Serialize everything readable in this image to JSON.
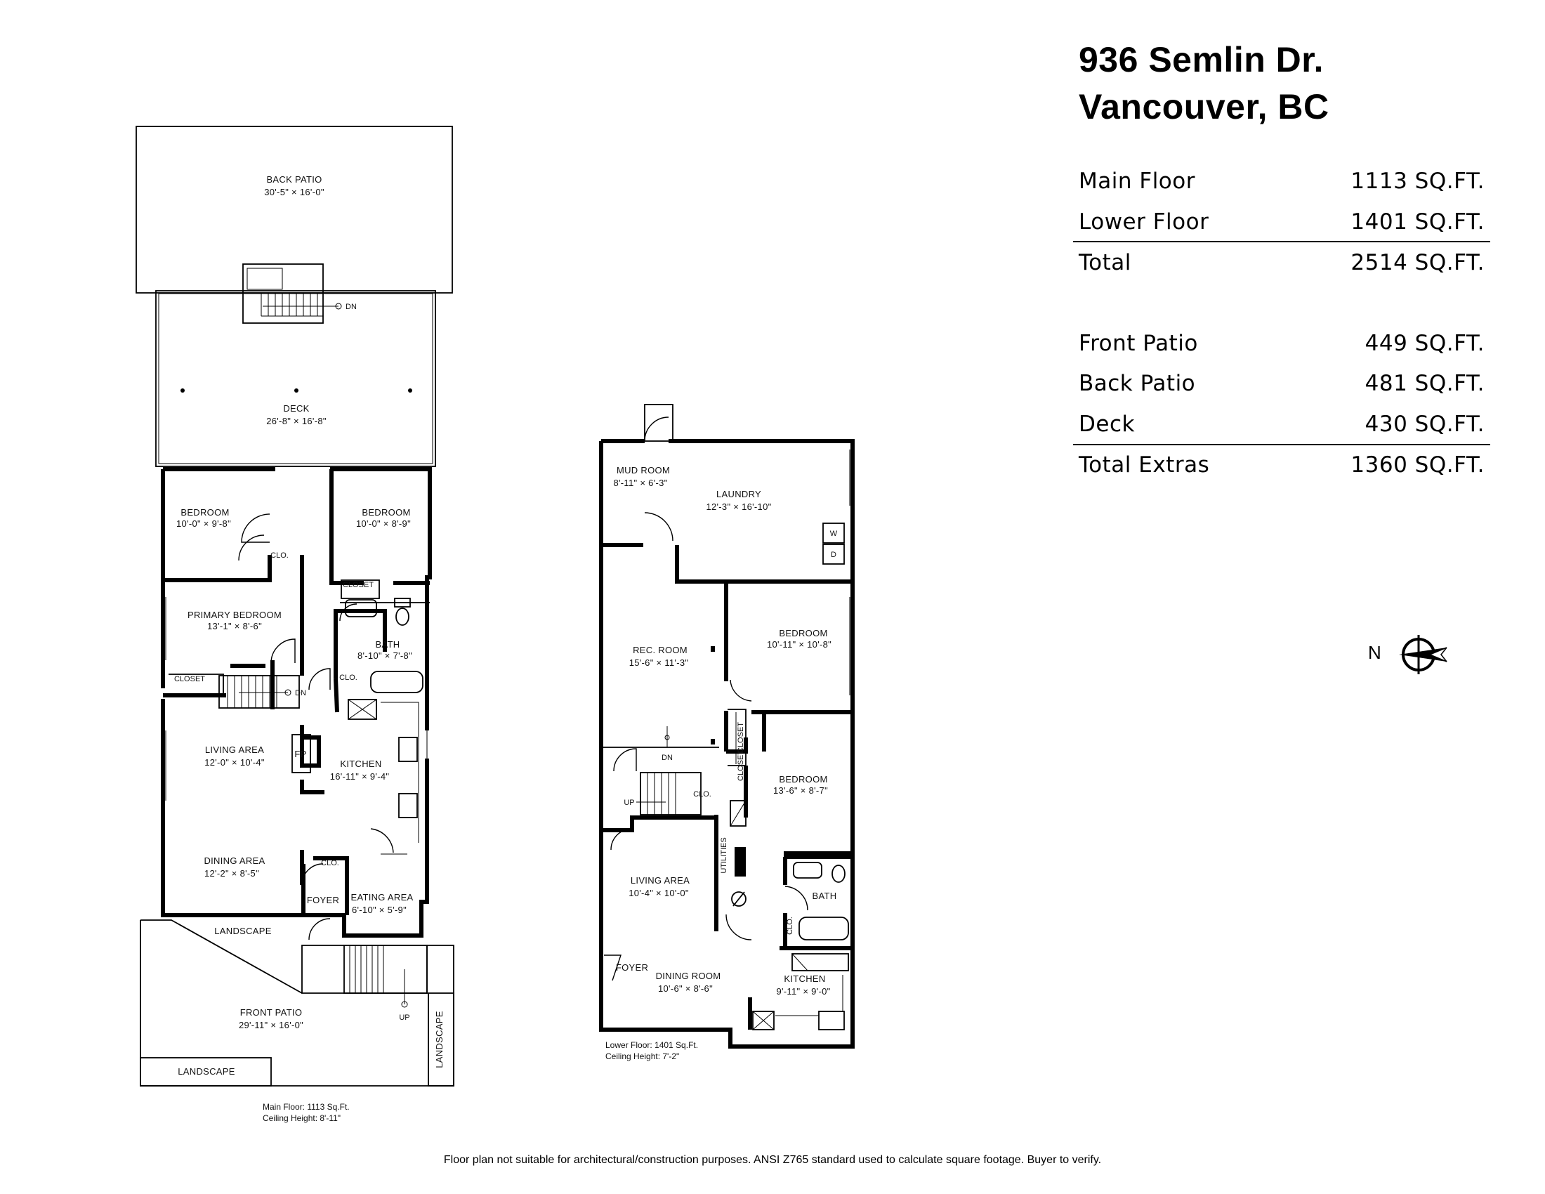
{
  "address": {
    "line1": "936 Semlin Dr.",
    "line2": "Vancouver, BC"
  },
  "areas": [
    {
      "label": "Main Floor",
      "value": "1113 SQ.FT."
    },
    {
      "label": "Lower Floor",
      "value": "1401 SQ.FT."
    },
    {
      "label": "Total",
      "value": "2514 SQ.FT."
    },
    {
      "label": "Front Patio",
      "value": "449 SQ.FT."
    },
    {
      "label": "Back Patio",
      "value": "481 SQ.FT."
    },
    {
      "label": "Deck",
      "value": "430 SQ.FT."
    },
    {
      "label": "Total Extras",
      "value": "1360 SQ.FT."
    }
  ],
  "compass": {
    "north": "N"
  },
  "main_floor": {
    "rooms": {
      "back_patio": {
        "name": "BACK PATIO",
        "dims": "30'-5\" × 16'-0\""
      },
      "deck": {
        "name": "DECK",
        "dims": "26'-8\" × 16'-8\""
      },
      "bedroom_left": {
        "name": "BEDROOM",
        "dims": "10'-0\" × 9'-8\""
      },
      "bedroom_right": {
        "name": "BEDROOM",
        "dims": "10'-0\" × 8'-9\""
      },
      "primary_bedroom": {
        "name": "PRIMARY BEDROOM",
        "dims": "13'-1\" × 8'-6\""
      },
      "bath": {
        "name": "BATH",
        "dims": "8'-10\" × 7'-8\""
      },
      "living_area": {
        "name": "LIVING AREA",
        "dims": "12'-0\" × 10'-4\""
      },
      "kitchen": {
        "name": "KITCHEN",
        "dims": "16'-11\" × 9'-4\""
      },
      "dining_area": {
        "name": "DINING AREA",
        "dims": "12'-2\" × 8'-5\""
      },
      "eating_area": {
        "name": "EATING AREA",
        "dims": "6'-10\" × 5'-9\""
      },
      "front_patio": {
        "name": "FRONT PATIO",
        "dims": "29'-11\" × 16'-0\""
      }
    },
    "labels": {
      "clo": "CLO.",
      "closet": "CLOSET",
      "dn": "DN",
      "up": "UP",
      "fp": "FP",
      "foyer": "FOYER",
      "landscape": "LANDSCAPE"
    },
    "note_line1": "Main Floor: 1113 Sq.Ft.",
    "note_line2": "Ceiling Height: 8'-11\""
  },
  "lower_floor": {
    "rooms": {
      "mud_room": {
        "name": "MUD ROOM",
        "dims": "8'-11\" × 6'-3\""
      },
      "laundry": {
        "name": "LAUNDRY",
        "dims": "12'-3\" × 16'-10\""
      },
      "rec_room": {
        "name": "REC. ROOM",
        "dims": "15'-6\" × 11'-3\""
      },
      "bedroom_top": {
        "name": "BEDROOM",
        "dims": "10'-11\" × 10'-8\""
      },
      "bedroom_bottom": {
        "name": "BEDROOM",
        "dims": "13'-6\" × 8'-7\""
      },
      "living_area": {
        "name": "LIVING AREA",
        "dims": "10'-4\" × 10'-0\""
      },
      "dining_room": {
        "name": "DINING ROOM",
        "dims": "10'-6\" × 8'-6\""
      },
      "kitchen": {
        "name": "KITCHEN",
        "dims": "9'-11\" × 9'-0\""
      },
      "bath": {
        "name": "BATH"
      }
    },
    "labels": {
      "closet": "CLOSET",
      "clo": "CLO.",
      "dn": "DN",
      "up": "UP",
      "foyer": "FOYER",
      "utilities": "UTILITIES",
      "washer": "W",
      "dryer": "D"
    },
    "note_line1": "Lower Floor: 1401 Sq.Ft.",
    "note_line2": "Ceiling Height: 7'-2\""
  },
  "disclaimer": "Floor plan not suitable for architectural/construction purposes. ANSI Z765 standard used to calculate square footage. Buyer to verify."
}
